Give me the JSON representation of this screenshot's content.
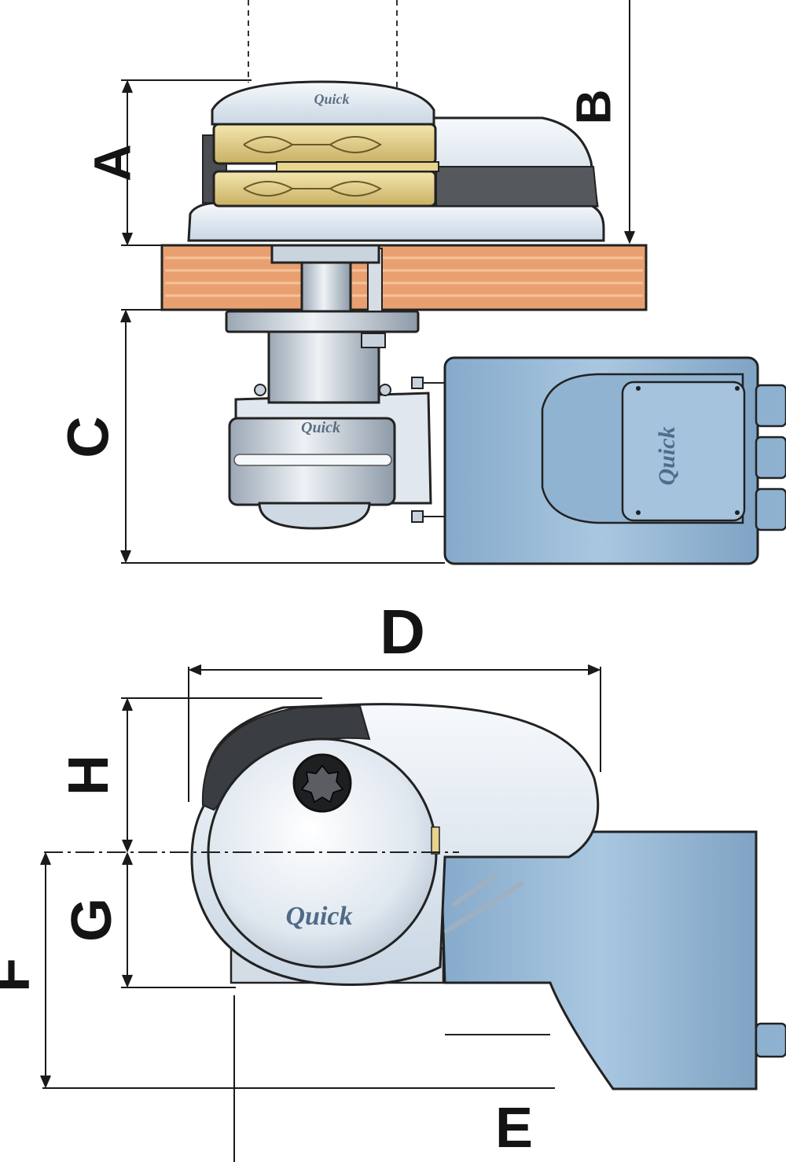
{
  "dimensions": {
    "A": "A",
    "B": "B",
    "C": "C",
    "D": "D",
    "E": "E",
    "F": "F",
    "G": "G",
    "H": "H"
  },
  "brand": {
    "logo": "Quick"
  },
  "colors": {
    "deck_wood": "#e9a070",
    "motor_blue": "#98bcd8",
    "cover_light": "#e6edf5",
    "chrome": "#d9e1ea",
    "bronze": "#e6d48f",
    "ink": "#1a1a1a"
  }
}
